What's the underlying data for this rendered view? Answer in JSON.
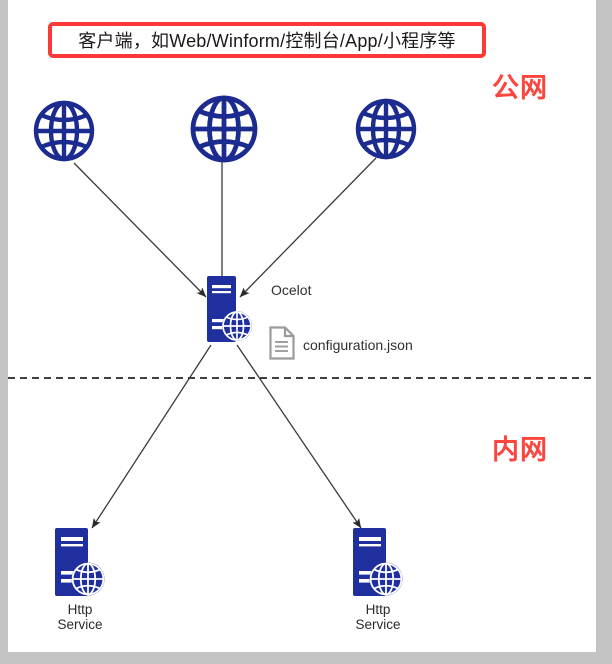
{
  "page": {
    "background_color": "#c3c3c3",
    "panel_color": "#ffffff"
  },
  "title_banner": {
    "text": "客户端，如Web/Winform/控制台/App/小程序等",
    "border_color": "#fb3a35"
  },
  "zones": {
    "public": {
      "label": "公网",
      "color": "#fb453f"
    },
    "internal": {
      "label": "内网",
      "color": "#fb453f"
    },
    "divider": {
      "style": "dashed",
      "color": "#000000"
    }
  },
  "nodes": {
    "clients": [
      {
        "id": "client-1",
        "icon": "globe-icon",
        "label": ""
      },
      {
        "id": "client-2",
        "icon": "globe-icon",
        "label": ""
      },
      {
        "id": "client-3",
        "icon": "globe-icon",
        "label": ""
      }
    ],
    "gateway": {
      "id": "ocelot",
      "icon": "server-globe-icon",
      "label": "Ocelot",
      "color": "#1f2f9e"
    },
    "config_file": {
      "id": "configuration-json",
      "icon": "document-icon",
      "label": "configuration.json"
    },
    "services": [
      {
        "id": "http-service-left",
        "icon": "server-globe-icon",
        "label": "Http\nService"
      },
      {
        "id": "http-service-right",
        "icon": "server-globe-icon",
        "label": "Http\nService"
      }
    ]
  },
  "edges": {
    "color": "#333333",
    "arrow": "filled-triangle",
    "connections": [
      {
        "from": "client-1",
        "to": "ocelot"
      },
      {
        "from": "client-2",
        "to": "ocelot"
      },
      {
        "from": "client-3",
        "to": "ocelot"
      },
      {
        "from": "ocelot",
        "to": "http-service-left"
      },
      {
        "from": "ocelot",
        "to": "http-service-right"
      }
    ]
  }
}
